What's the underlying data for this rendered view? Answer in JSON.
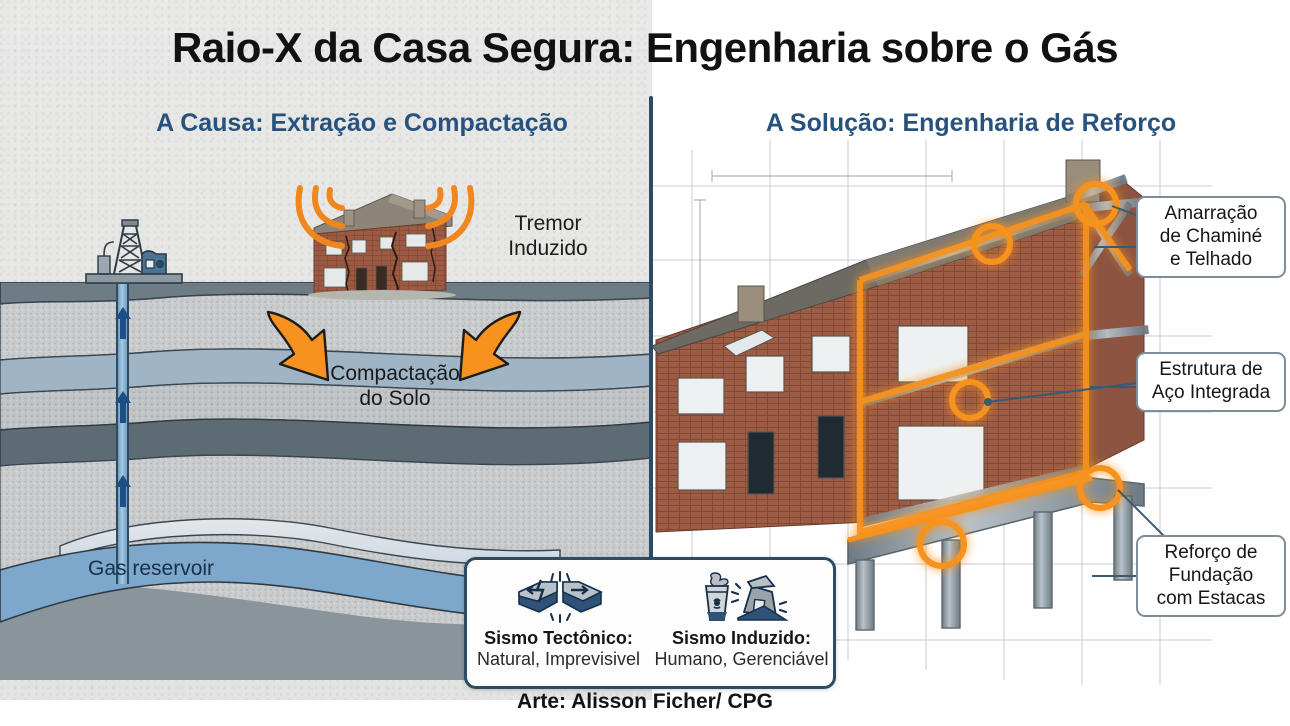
{
  "header": {
    "title": "Raio-X da Casa Segura: Engenharia sobre o Gás"
  },
  "panels": {
    "left": {
      "subtitle": "A Causa: Extração e Compactação",
      "labels": {
        "tremor": "Tremor\nInduzido",
        "compaction": "Compactação\ndo Solo",
        "reservoir": "Gas reservoir"
      },
      "icons": {
        "rig": "drilling-rig-icon",
        "well": "wellbore-icon",
        "flow_arrows": "gas-flow-up-arrow-icon",
        "compaction_arrows": "compaction-down-arrow-icon",
        "damaged_house": "cracked-house-icon",
        "vibration": "seismic-wave-icon"
      }
    },
    "right": {
      "subtitle": "A Solução: Engenharia de Reforço",
      "callouts": [
        {
          "text": "Amarração\nde Chaminé\ne Telhado",
          "icon": "chimney-roof-tie-node-icon"
        },
        {
          "text": "Estrutura de\nAço Integrada",
          "icon": "steel-frame-node-icon"
        },
        {
          "text": "Reforço de\nFundação\ncom Estacas",
          "icon": "foundation-pile-node-icon"
        }
      ],
      "icons": {
        "house": "reinforced-house-icon",
        "blueprint_grid": "blueprint-grid-icon",
        "steel_frame": "steel-frame-overlay-icon"
      }
    }
  },
  "legend": {
    "items": [
      {
        "icon": "tectonic-plates-icon",
        "title": "Sismo Tectônico:",
        "description": "Natural, Imprevisivel"
      },
      {
        "icon": "industrial-plant-collapsing-house-icon",
        "title": "Sismo Induzido:",
        "description": "Humano, Gerenciável"
      }
    ]
  },
  "credit": "Arte: Alisson Ficher/ CPG",
  "colors": {
    "title_text": "#111111",
    "subtitle_blue": "#27527e",
    "accent_orange": "#F7921E",
    "divider_navy": "#2d4b63",
    "reservoir_blue": "#7da8cc",
    "rock_gray": "#c9cbcc",
    "dark_rock": "#6e7c86"
  }
}
